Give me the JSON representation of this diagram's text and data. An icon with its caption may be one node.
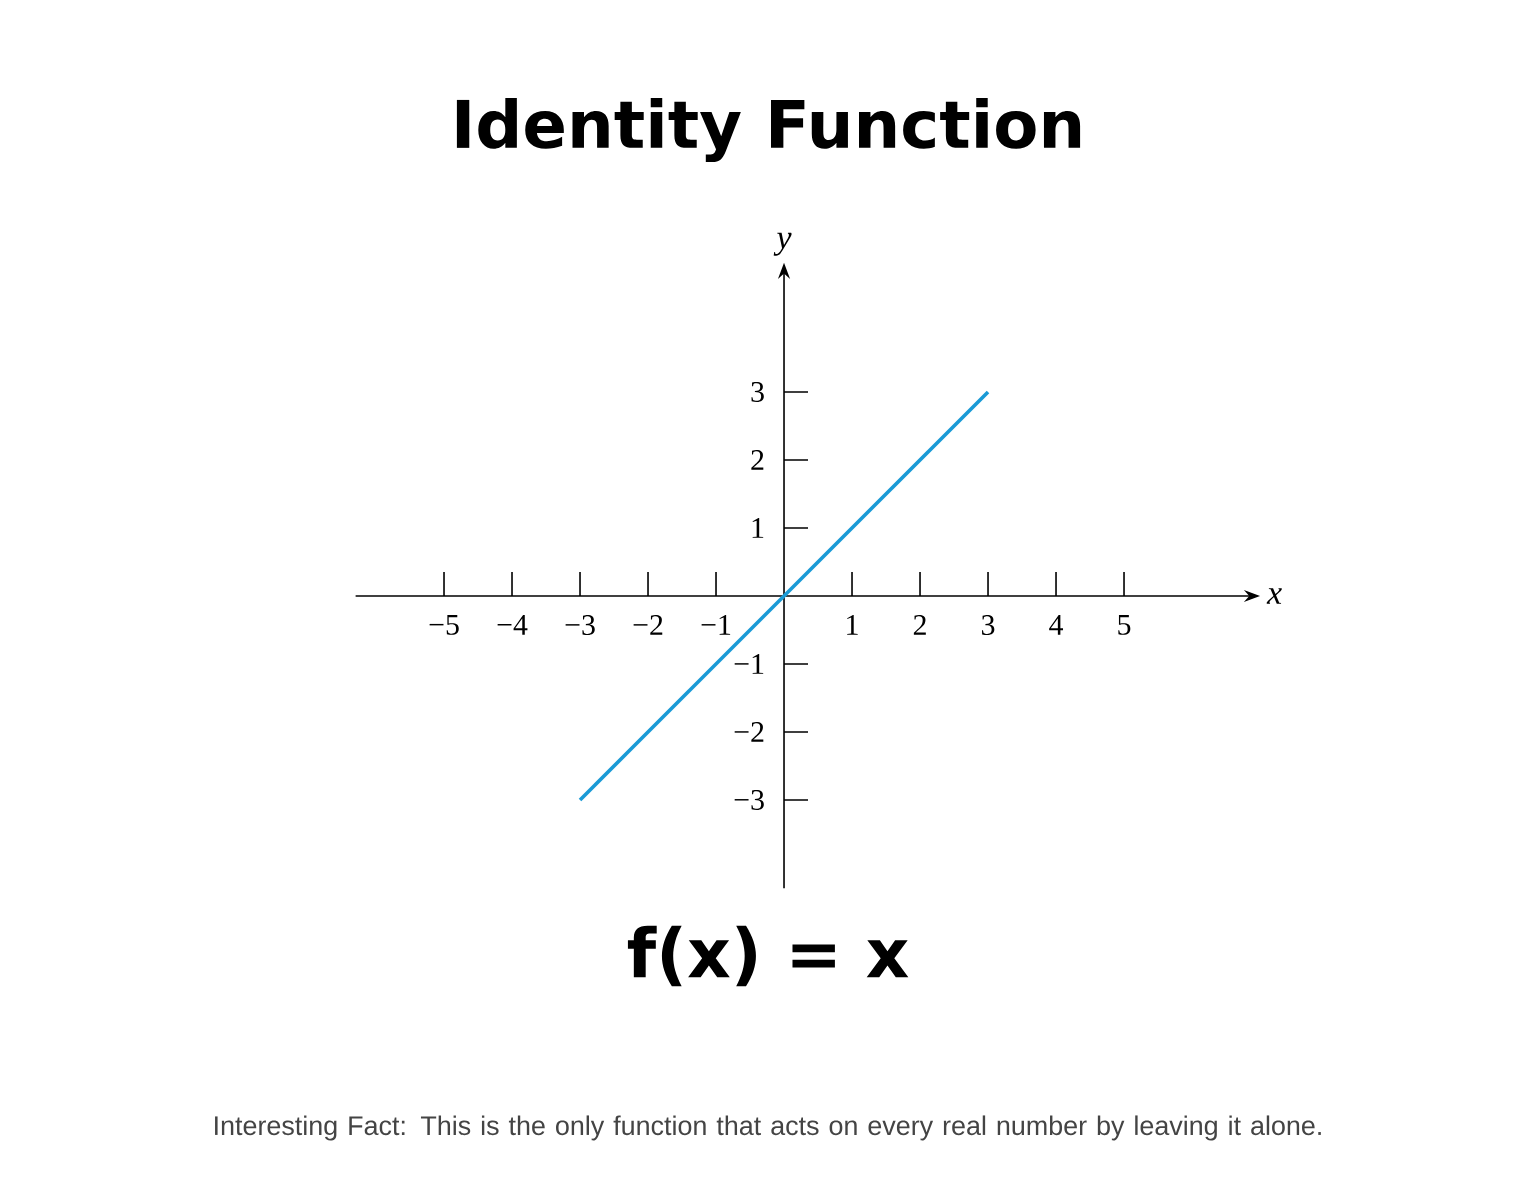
{
  "diagram": {
    "title": "Identity Function",
    "caption": "Interesting Fact: This is the only function that acts on every real number by leaving it alone.",
    "labels": [
      "f(x) = x"
    ],
    "chart_data": {
      "type": "line",
      "xlabel": "x",
      "ylabel": "y",
      "x": [
        -3,
        3
      ],
      "series": [
        {
          "color": "#1a9ad6",
          "values": [
            -3,
            3
          ]
        }
      ],
      "xticks": [
        -5,
        -4,
        -3,
        -2,
        -1,
        1,
        2,
        3,
        4,
        5
      ],
      "yticks": [
        -3,
        -2,
        -1,
        1,
        2,
        3
      ],
      "xlim": [
        -6.3,
        6.85
      ],
      "ylim": [
        -4.3,
        4.75
      ]
    }
  }
}
